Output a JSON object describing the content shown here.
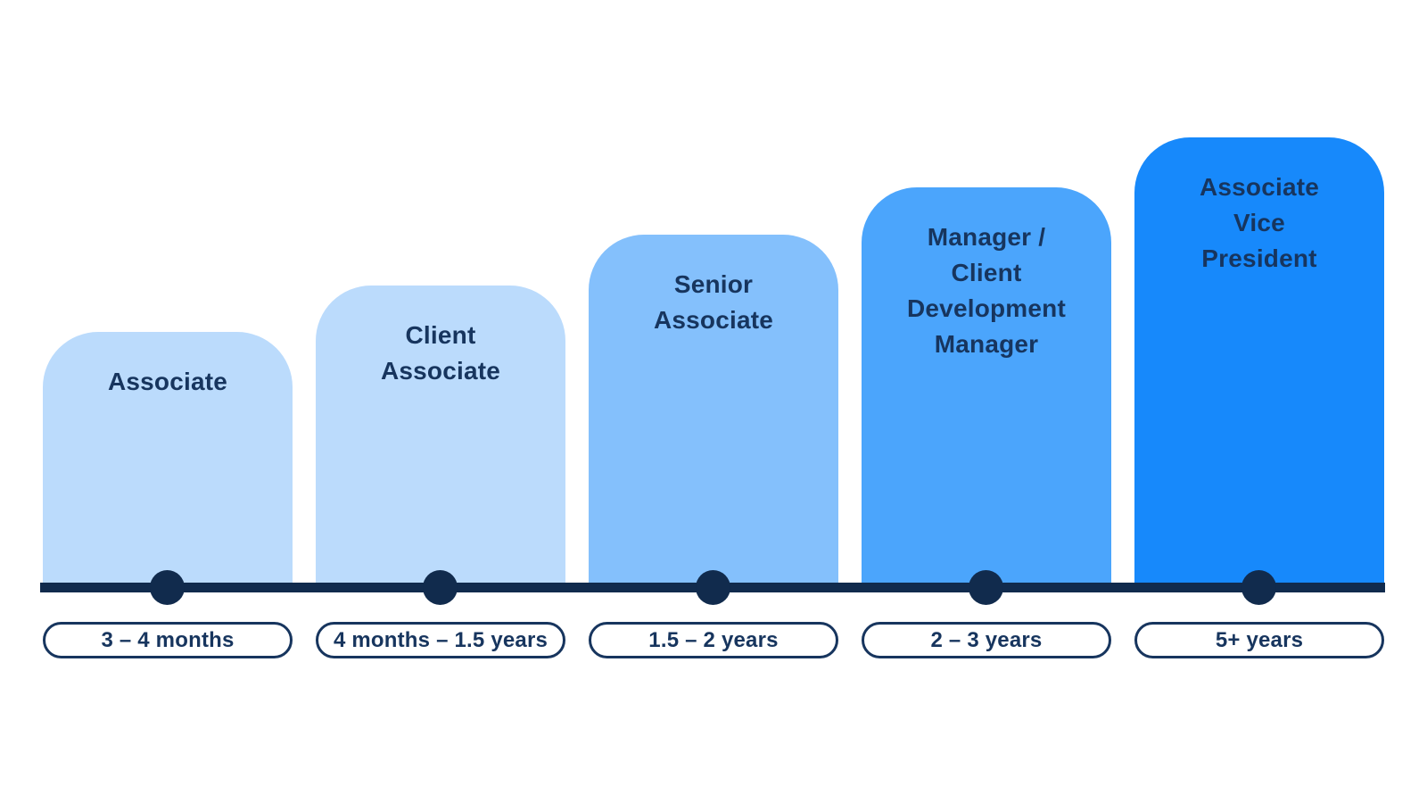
{
  "diagram": {
    "type": "career-progression-timeline",
    "colors": {
      "stage_fill_1": "#bbdbfc",
      "stage_fill_2": "#bbdbfc",
      "stage_fill_3": "#84c0fc",
      "stage_fill_4": "#4ba5fc",
      "stage_fill_5": "#1789fb",
      "text_navy": "#17355e",
      "timeline_navy": "#112b4d",
      "background": "#ffffff"
    },
    "stages": [
      {
        "label": "Associate",
        "duration": "3 – 4 months"
      },
      {
        "label": "Client\nAssociate",
        "duration": "4 months – 1.5 years"
      },
      {
        "label": "Senior\nAssociate",
        "duration": "1.5 – 2 years"
      },
      {
        "label": "Manager /\nClient\nDevelopment\nManager",
        "duration": "2 – 3 years"
      },
      {
        "label": "Associate\nVice\nPresident",
        "duration": "5+ years"
      }
    ]
  }
}
